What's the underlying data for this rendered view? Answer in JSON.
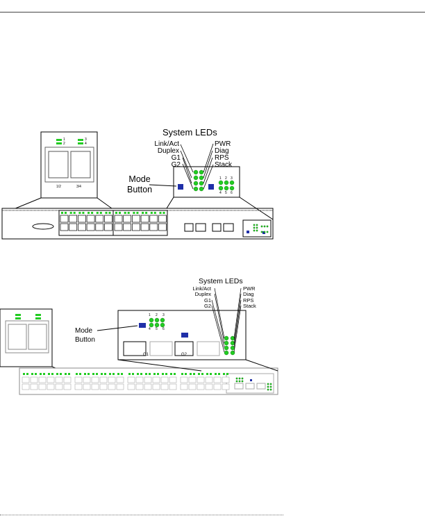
{
  "figure_top": {
    "system_leds_label": "System LEDs",
    "port_leds_left": [
      "Link/Act",
      "Duplex",
      "G1",
      "G2"
    ],
    "system_leds_right": [
      "PWR",
      "Diag",
      "RPS",
      "Stack"
    ],
    "mode_button_line1": "Mode",
    "mode_button_line2": "Button",
    "stack_numbers_top": [
      "1",
      "2",
      "3"
    ],
    "stack_numbers_bottom": [
      "4",
      "5",
      "6"
    ],
    "zoom_port_nums_top": [
      "1",
      "3"
    ],
    "zoom_port_nums_bottom": [
      "2",
      "4"
    ],
    "zoom_fraction_left": "1/2",
    "zoom_fraction_right": "3/4"
  },
  "figure_bottom": {
    "system_leds_label": "System LEDs",
    "port_leds_left": [
      "Link/Act",
      "Duplex",
      "G1",
      "G2"
    ],
    "system_leds_right": [
      "PWR",
      "Diag",
      "RPS",
      "Stack"
    ],
    "mode_button_line1": "Mode",
    "mode_button_line2": "Button",
    "stack_numbers_top": [
      "1",
      "2",
      "3"
    ],
    "stack_numbers_bottom": [
      "4",
      "5",
      "6"
    ],
    "gbic_labels": [
      "G1",
      "G2"
    ]
  },
  "colors": {
    "led_green": "#22cc22",
    "mode_button_blue": "#1f2fa8",
    "line": "#000000",
    "faint_line": "#999999"
  }
}
